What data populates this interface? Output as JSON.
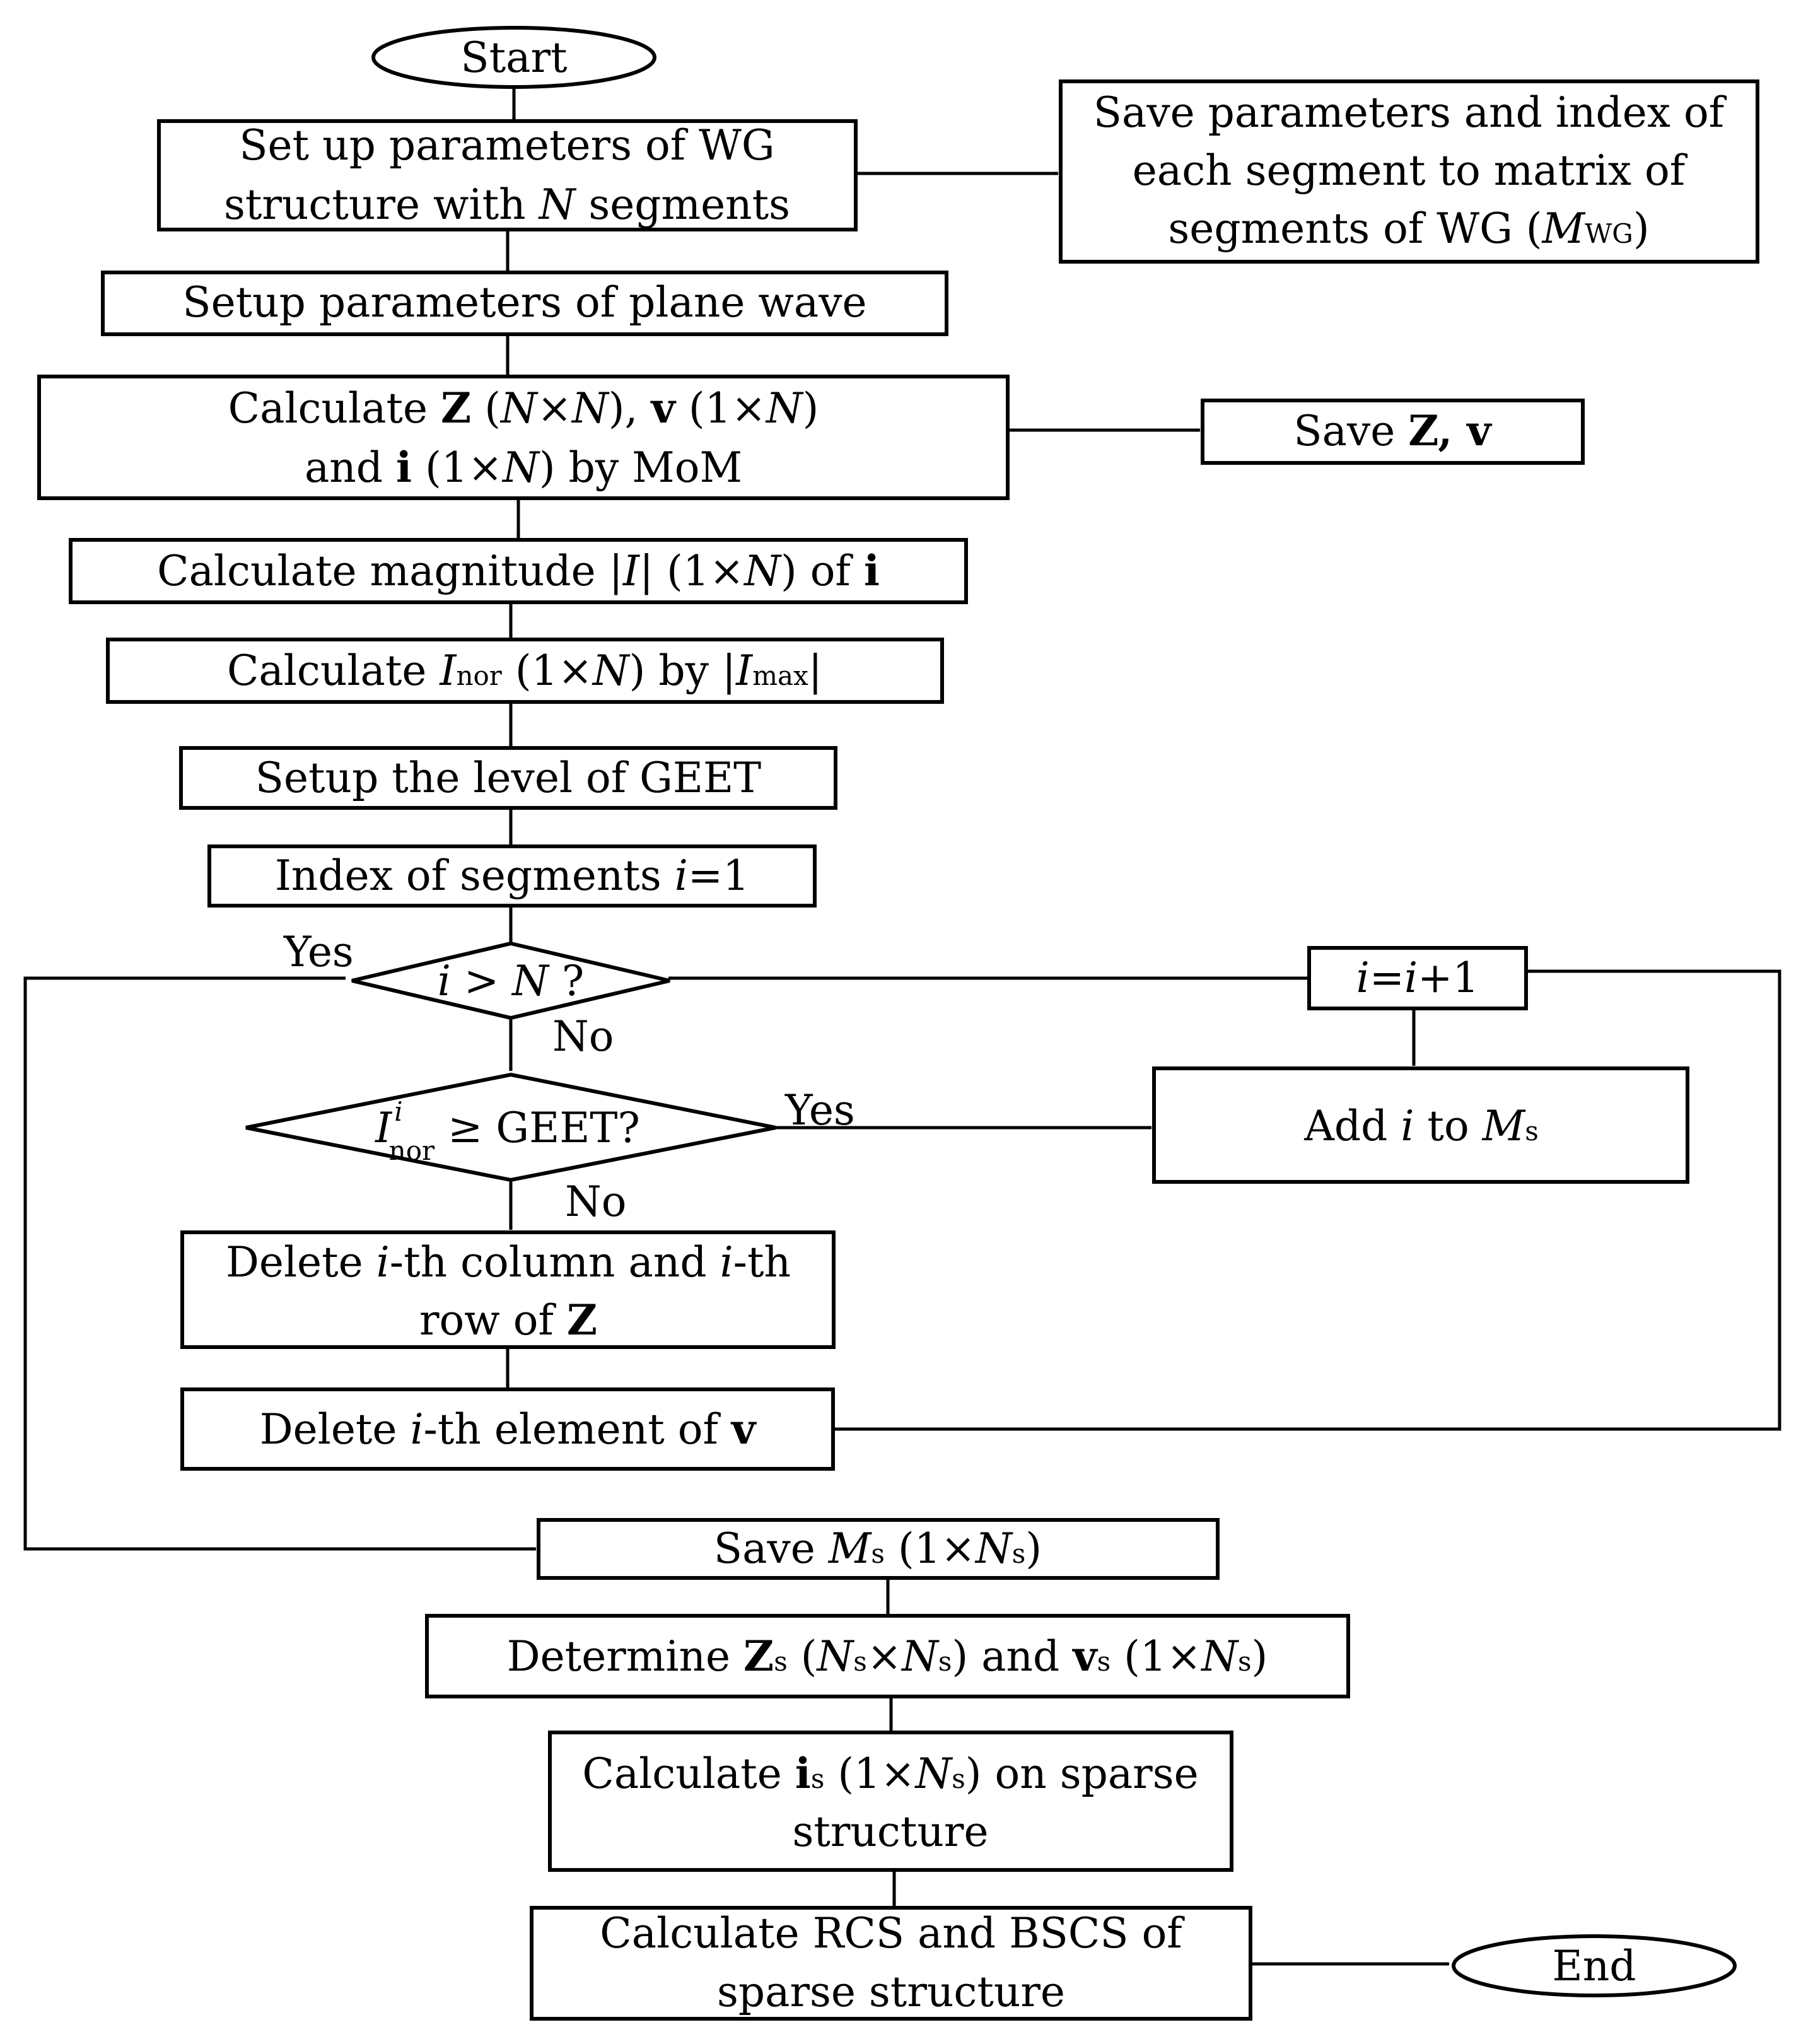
{
  "nodes": {
    "start": "Start",
    "setup_wg": {
      "l1": "Set up parameters of WG",
      "l2a": "structure with ",
      "l2b": "N",
      "l2c": " segments"
    },
    "save_params": {
      "l1": "Save parameters and index of",
      "l2": "each segment to matrix of",
      "l3a": "segments of WG (",
      "l3b": "M",
      "l3c": "WG",
      "l3d": ")"
    },
    "setup_plane": "Setup parameters of plane wave",
    "calc_z": {
      "a1": "Calculate ",
      "a2": "Z",
      "a3": " (",
      "a4": "N",
      "a5": "×",
      "a6": "N",
      "a7": "), ",
      "a8": "v",
      "a9": " (1×",
      "a10": "N",
      "a11": ")",
      "b1": "and ",
      "b2": "i",
      "b3": " (1×",
      "b4": "N",
      "b5": ") by MoM"
    },
    "save_zv": {
      "a": "Save ",
      "b": "Z, v"
    },
    "calc_mag": {
      "a": "Calculate magnitude |",
      "b": "I",
      "c": "| (1×",
      "d": "N",
      "e": ") of ",
      "f": "i"
    },
    "calc_inor": {
      "a": "Calculate ",
      "b": "I",
      "c": "nor",
      "d": " (1×",
      "e": "N",
      "f": ") by |",
      "g": "I",
      "h": "max",
      "k": "|"
    },
    "setup_geet": "Setup the level of GEET",
    "index_init": {
      "a": "Index of segments ",
      "b": "i",
      "c": "=1"
    },
    "decision_n": {
      "a": "i",
      "b": " > ",
      "c": "N",
      "d": " ?"
    },
    "increment": {
      "a": "i",
      "b": "=",
      "c": "i",
      "d": "+1"
    },
    "decision_geet": {
      "a": "I",
      "b": "i",
      "c": "nor",
      "d": " ≥ GEET?"
    },
    "add_to_ms": {
      "a": "Add ",
      "b": "i",
      "c": " to ",
      "d": "M",
      "e": "s"
    },
    "delete_col_row": {
      "a1": "Delete ",
      "a2": "i",
      "a3": "-th column and ",
      "a4": "i",
      "a5": "-th",
      "b1": "row of ",
      "b2": "Z"
    },
    "delete_elem": {
      "a": "Delete ",
      "b": "i",
      "c": "-th element of ",
      "d": "v"
    },
    "save_ms": {
      "a": "Save ",
      "b": "M",
      "c": "s",
      "d": " (1×",
      "e": "N",
      "f": "s",
      "g": ")"
    },
    "determine": {
      "a": "Determine ",
      "b": "Z",
      "c": "s",
      "d": " (",
      "e": "N",
      "f": "s",
      "g": "×",
      "h": "N",
      "k": "s",
      "m": ") and ",
      "n": "v",
      "o": "s",
      "p": " (1×",
      "q": "N",
      "r": "s",
      "t": ")"
    },
    "calc_is": {
      "a1": "Calculate ",
      "a2": "i",
      "a3": "s",
      "a4": " (1×",
      "a5": "N",
      "a6": "s",
      "a7": ") on sparse",
      "b": "structure"
    },
    "calc_rcs": {
      "l1": "Calculate RCS and BSCS of",
      "l2": "sparse structure"
    },
    "end": "End"
  },
  "edge_labels": {
    "yes_n": "Yes",
    "no_n": "No",
    "yes_geet": "Yes",
    "no_geet": "No"
  }
}
